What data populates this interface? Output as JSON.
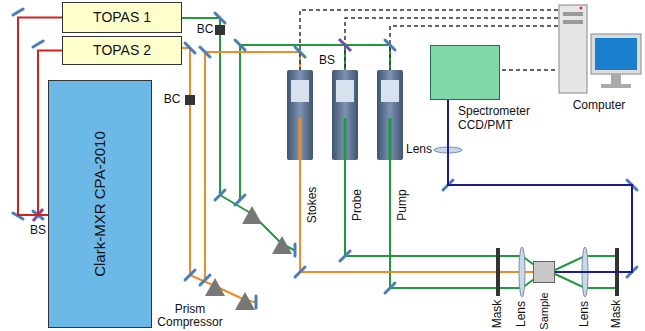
{
  "diagram": {
    "nodes": [
      {
        "text": [
          "TOPAS 1"
        ]
      },
      {
        "text": [
          "TOPAS 2"
        ]
      },
      {
        "text": [
          "Clark-MXR CPA-2010"
        ]
      },
      {
        "text": [
          "Spectrometer CCD/PMT"
        ]
      },
      {
        "text": [
          "Computer"
        ]
      },
      {
        "text": [
          "Sample"
        ]
      }
    ],
    "edges": [
      {
        "from": 2,
        "to": 0,
        "arrow": "none"
      },
      {
        "from": 2,
        "to": 1,
        "arrow": "none"
      },
      {
        "from": 4,
        "to": 3,
        "arrow": "none"
      },
      {
        "from": 5,
        "to": 3,
        "arrow": "none"
      }
    ],
    "labels": [
      "BS",
      "BC",
      "BC",
      "Stokes",
      "Probe",
      "BS",
      "Pump",
      "Lens",
      "Prism Compressor",
      "Mask",
      "Lens",
      "Lens",
      "Mask"
    ]
  }
}
